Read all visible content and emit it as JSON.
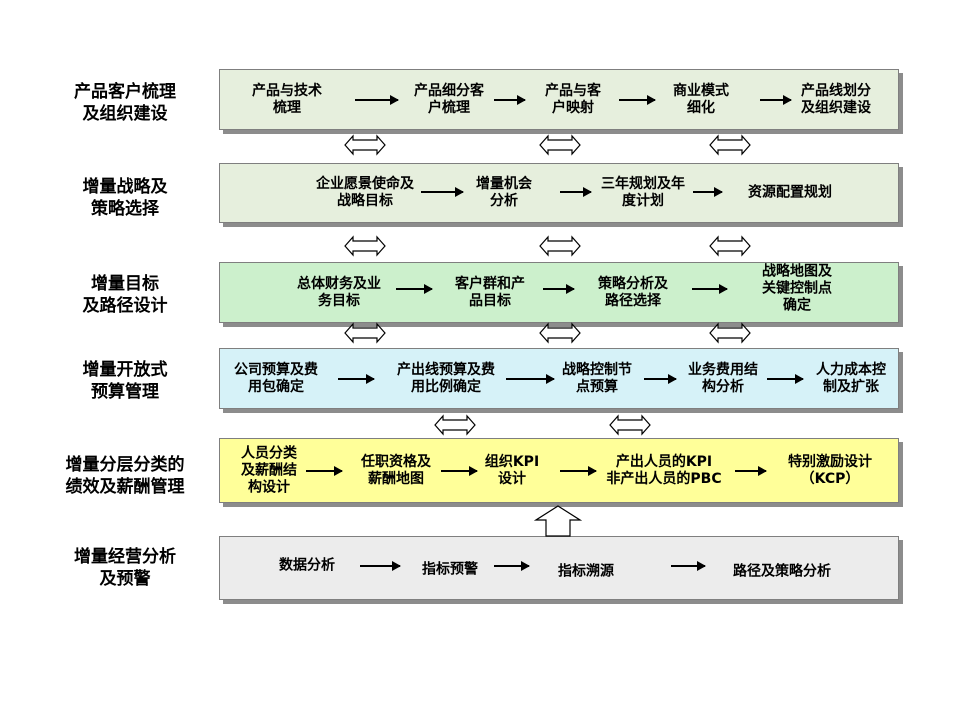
{
  "rows": [
    {
      "stage": "产品客户梳理\n及组织建设",
      "fill": "#e6efdd",
      "steps": [
        "产品与技术\n梳理",
        "产品细分客\n户梳理",
        "产品与客\n户映射",
        "商业模式\n细化",
        "产品线划分\n及组织建设"
      ]
    },
    {
      "stage": "增量战略及\n策略选择",
      "fill": "#e6efdd",
      "steps": [
        "企业愿景使命及\n战略目标",
        "增量机会\n分析",
        "三年规划及年\n度计划",
        "资源配置规划"
      ]
    },
    {
      "stage": "增量目标\n及路径设计",
      "fill": "#ccf0cc",
      "steps": [
        "总体财务及业\n务目标",
        "客户群和产\n品目标",
        "策略分析及\n路径选择",
        "战略地图及\n关键控制点\n确定"
      ]
    },
    {
      "stage": "增量开放式\n预算管理",
      "fill": "#d6f2f8",
      "steps": [
        "公司预算及费\n用包确定",
        "产出线预算及费\n用比例确定",
        "战略控制节\n点预算",
        "业务费用结\n构分析",
        "人力成本控\n制及扩张"
      ]
    },
    {
      "stage": "增量分层分类的\n绩效及薪酬管理",
      "fill": "#ffff99",
      "steps": [
        "人员分类\n及薪酬结\n构设计",
        "任职资格及\n薪酬地图",
        "组织KPI\n设计",
        "产出人员的KPI\n非产出人员的PBC",
        "特别激励设计\n（KCP）"
      ]
    },
    {
      "stage": "增量经营分析\n及预警",
      "fill": "#ececec",
      "steps": [
        "数据分析",
        "指标预警",
        "指标溯源",
        "路径及策略分析"
      ]
    }
  ]
}
